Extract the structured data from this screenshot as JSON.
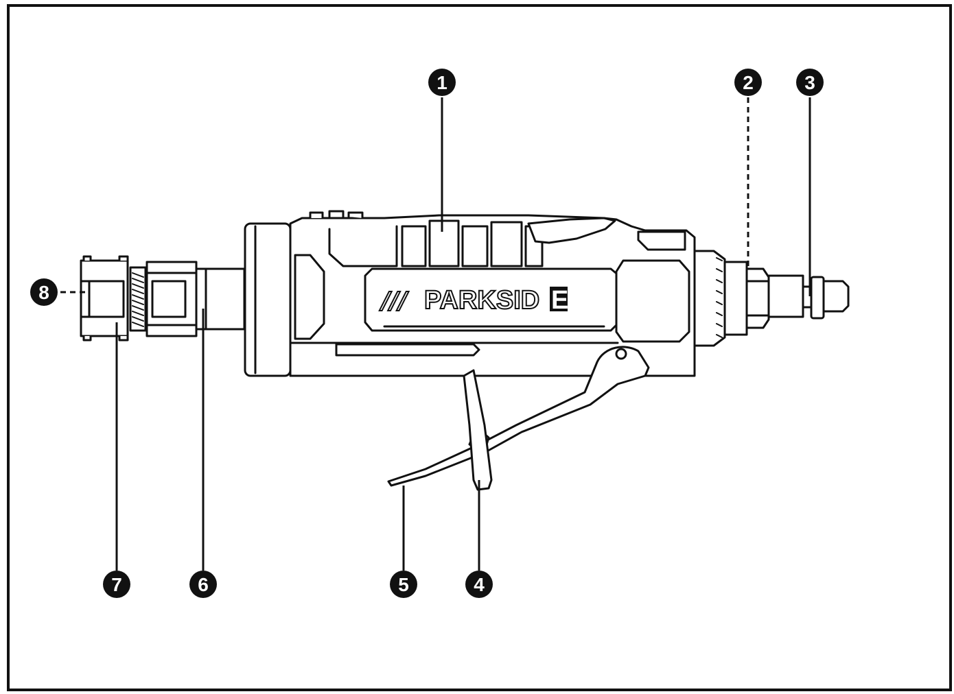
{
  "brand": {
    "slashes": "///",
    "name_main": "PARKSID",
    "name_last": "E"
  },
  "callouts": [
    {
      "id": "1",
      "label": "1"
    },
    {
      "id": "2",
      "label": "2"
    },
    {
      "id": "3",
      "label": "3"
    },
    {
      "id": "4",
      "label": "4"
    },
    {
      "id": "5",
      "label": "5"
    },
    {
      "id": "6",
      "label": "6"
    },
    {
      "id": "7",
      "label": "7"
    },
    {
      "id": "8",
      "label": "8"
    }
  ]
}
